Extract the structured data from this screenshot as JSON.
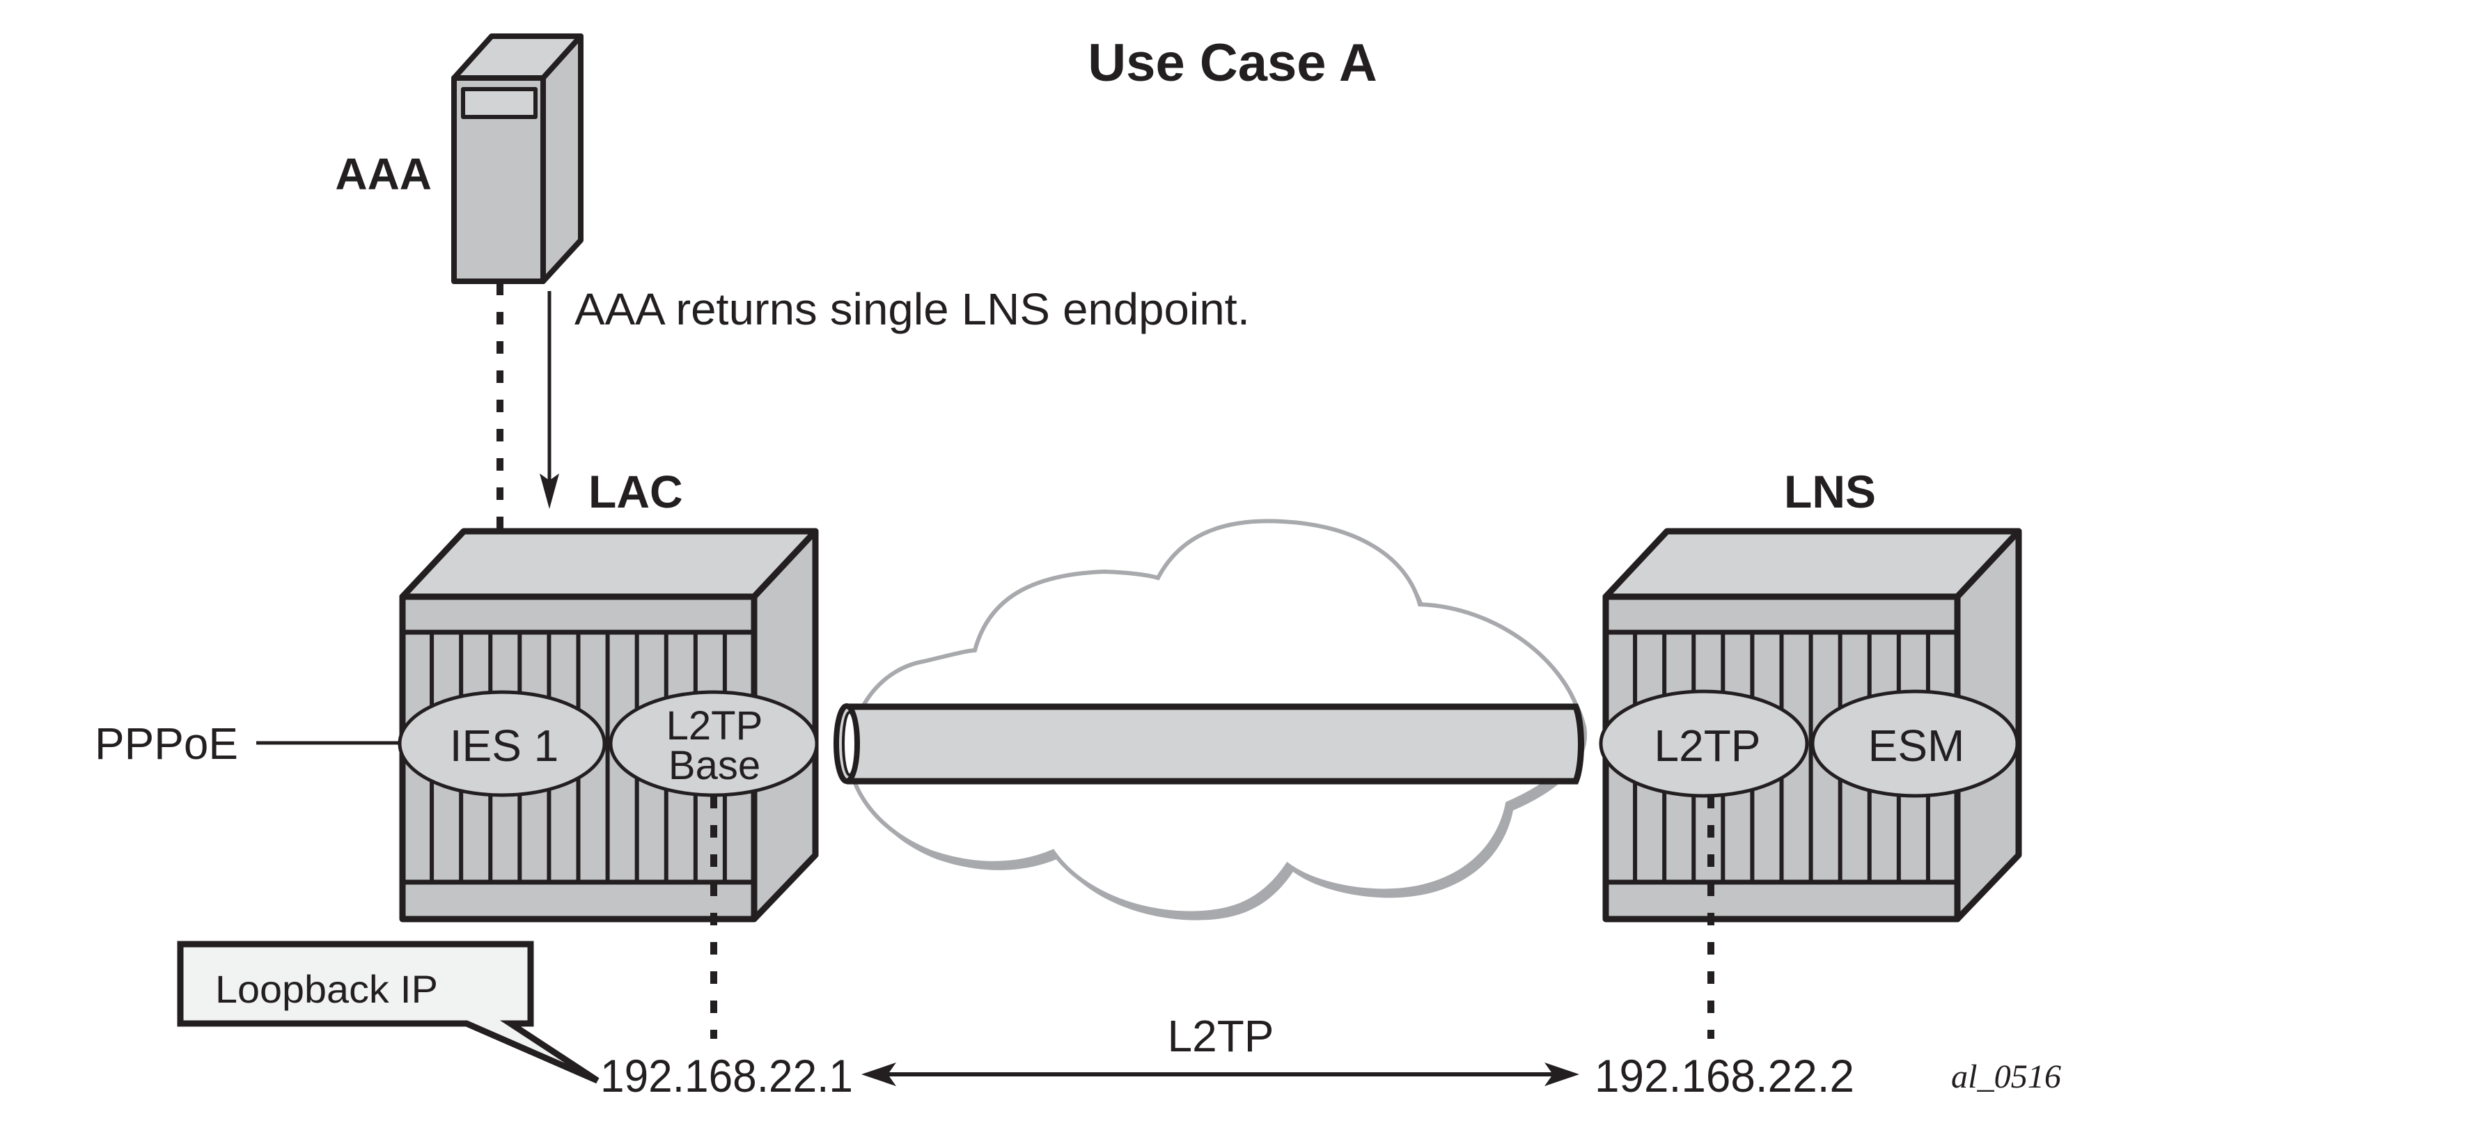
{
  "title": "Use Case A",
  "colors": {
    "outline": "#231f20",
    "light_face": "#d1d3d4",
    "medium_face": "#c3c4c6",
    "cloud_stroke": "#a7a9ac",
    "callout_fill": "#f1f2f2"
  },
  "aaa": {
    "label": "AAA",
    "icon": "server-icon",
    "message": "AAA returns single LNS endpoint."
  },
  "lac": {
    "label": "LAC",
    "icon": "router-chassis-icon",
    "services": [
      {
        "lines": [
          "IES 1"
        ]
      },
      {
        "lines": [
          "L2TP",
          "Base"
        ]
      }
    ],
    "access_protocol": "PPPoE",
    "ip": "192.168.22.1",
    "callout": "Loopback IP"
  },
  "lns": {
    "label": "LNS",
    "icon": "router-chassis-icon",
    "services": [
      {
        "lines": [
          "L2TP"
        ]
      },
      {
        "lines": [
          "ESM"
        ]
      }
    ],
    "ip": "192.168.22.2"
  },
  "network": {
    "icon": "cloud-icon",
    "tunnel_icon": "tunnel-pipe-icon",
    "link_label": "L2TP"
  },
  "figure_id": "al_0516"
}
